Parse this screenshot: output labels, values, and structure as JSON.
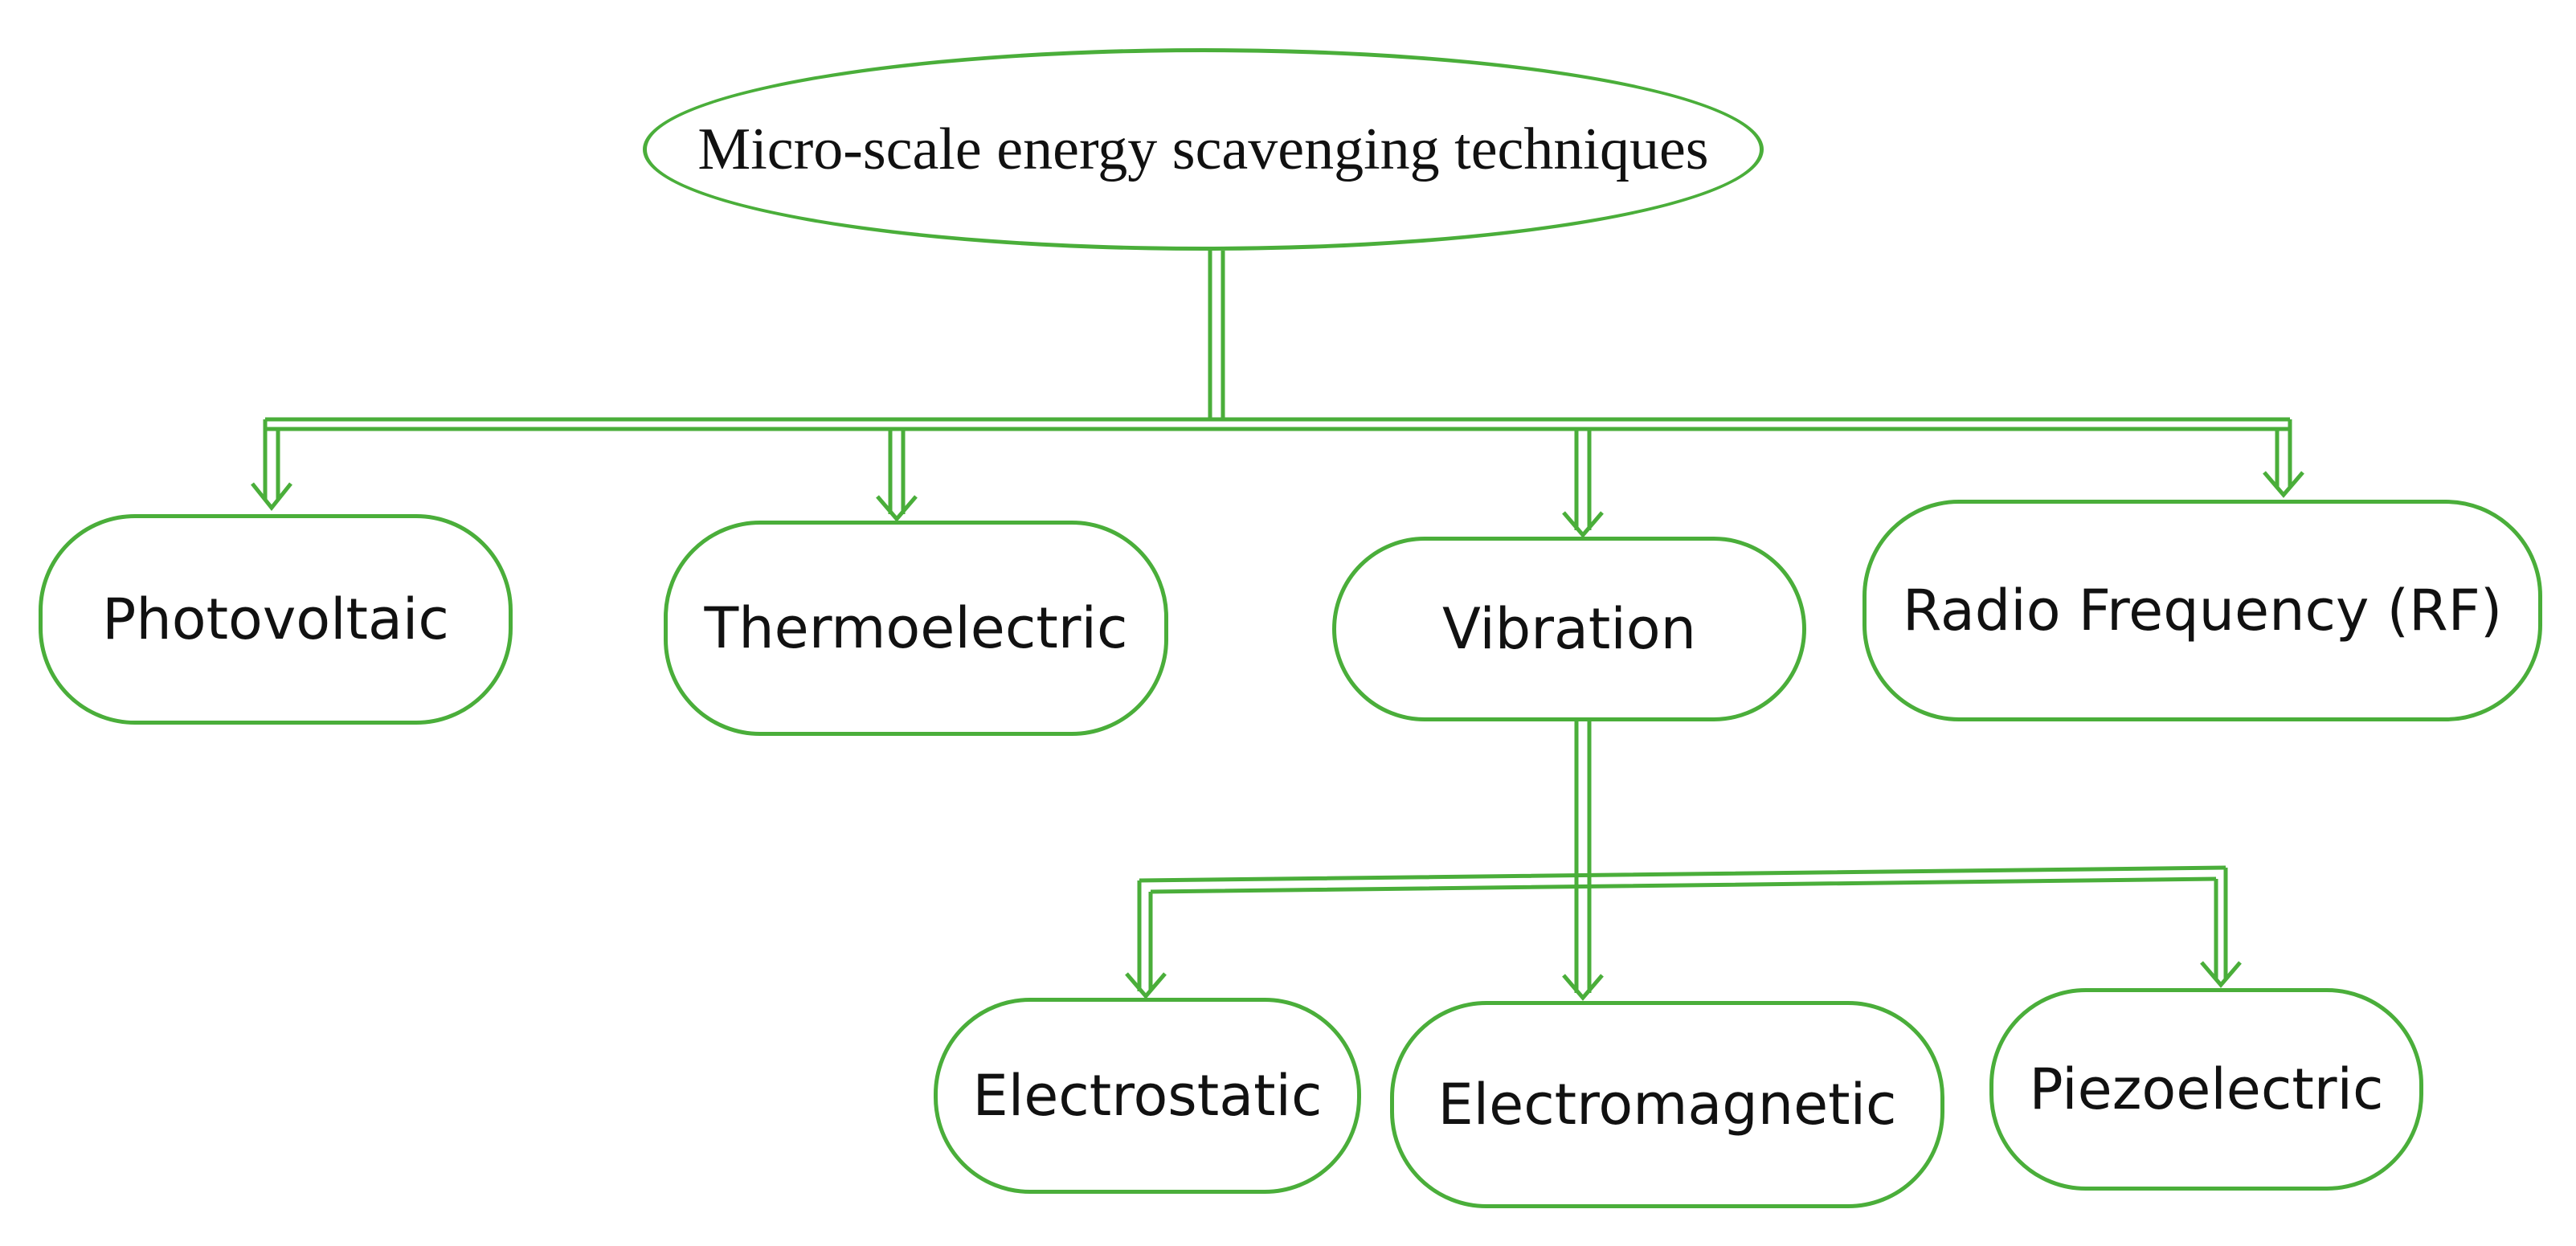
{
  "diagram": {
    "root": {
      "label": "Micro-scale energy scavenging techniques"
    },
    "categories": [
      {
        "label": "Photovoltaic"
      },
      {
        "label": "Thermoelectric"
      },
      {
        "label": "Vibration"
      },
      {
        "label": "Radio Frequency (RF)"
      }
    ],
    "vibration_subtypes": [
      {
        "label": "Electrostatic"
      },
      {
        "label": "Electromagnetic"
      },
      {
        "label": "Piezoelectric"
      }
    ],
    "colors": {
      "connector": "#4aae3a",
      "node_border": "#4aae3a",
      "text": "#111111",
      "background": "#ffffff"
    }
  }
}
